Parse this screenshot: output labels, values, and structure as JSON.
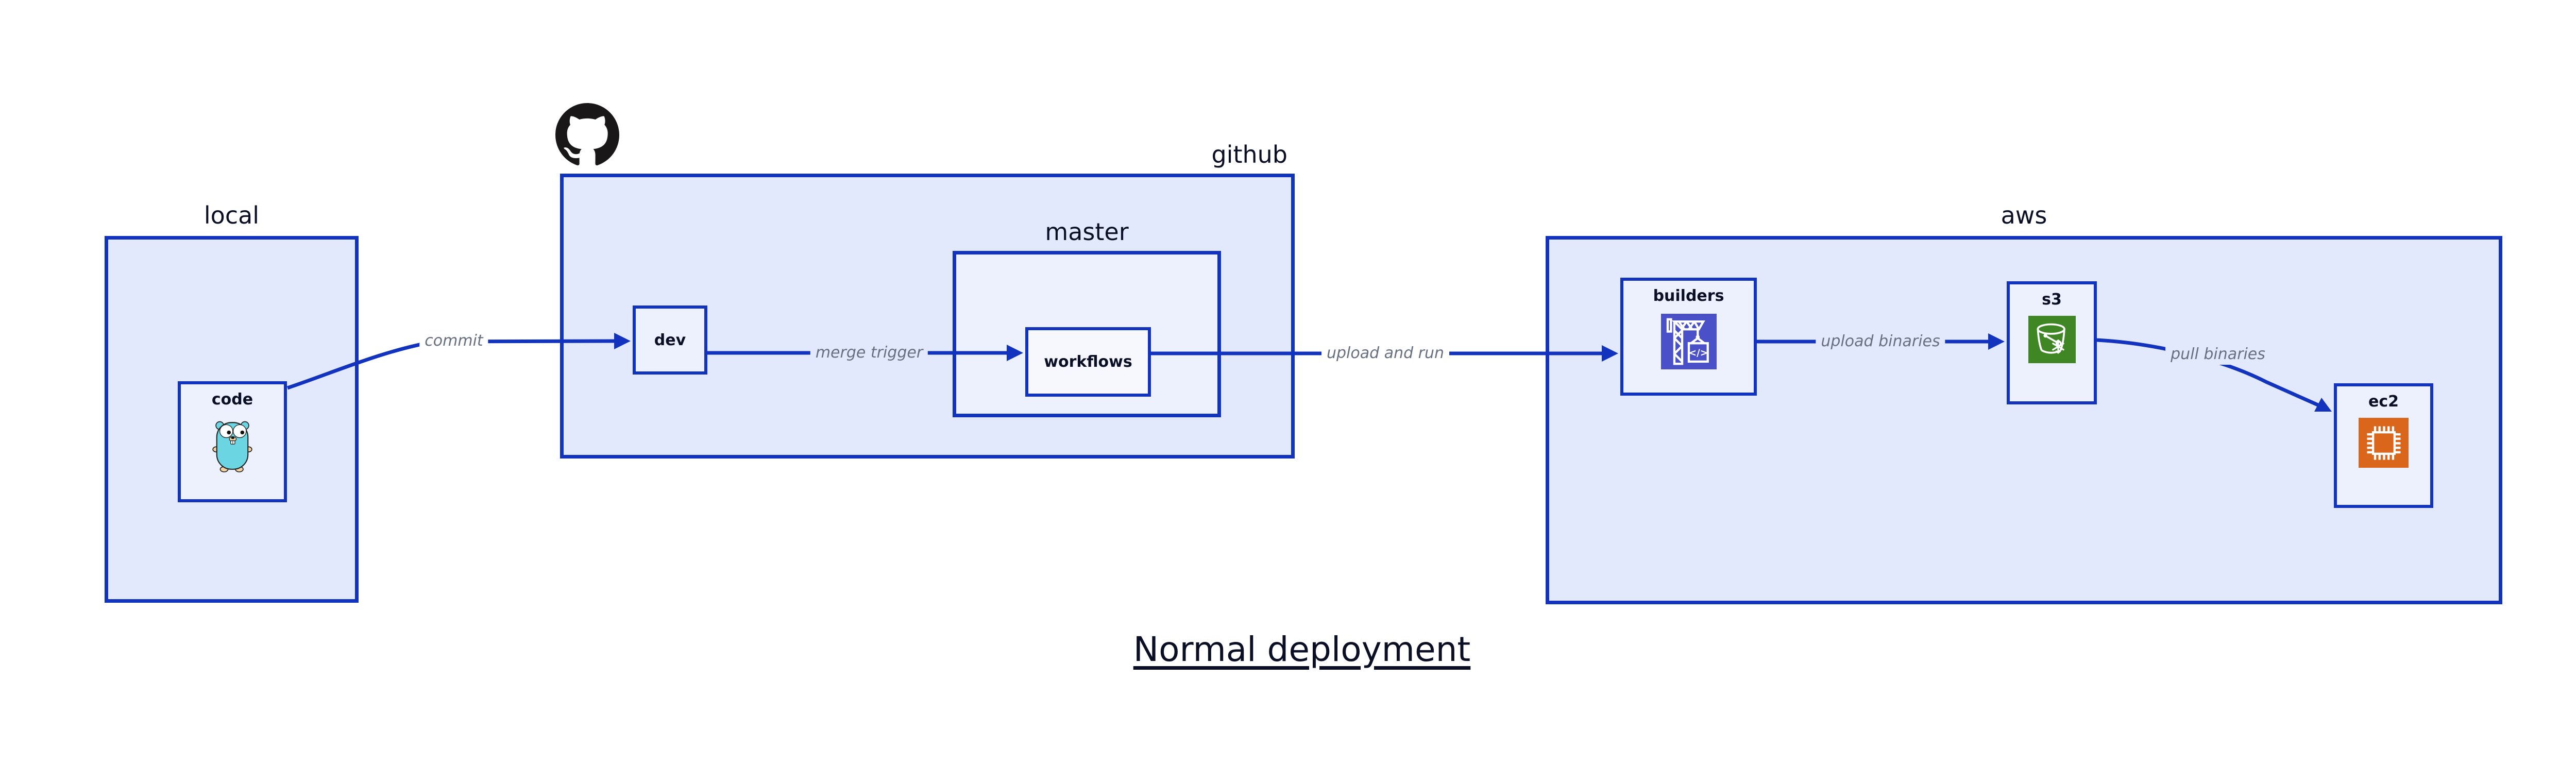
{
  "title": "Normal deployment",
  "diagram": {
    "containers": {
      "local": {
        "label": "local"
      },
      "github": {
        "label": "github"
      },
      "master": {
        "label": "master"
      },
      "aws": {
        "label": "aws"
      }
    },
    "nodes": {
      "code": {
        "label": "code",
        "icon": "go-gopher-icon"
      },
      "dev": {
        "label": "dev"
      },
      "workflows": {
        "label": "workflows"
      },
      "builders": {
        "label": "builders",
        "icon": "aws-codebuild-icon"
      },
      "s3": {
        "label": "s3",
        "icon": "aws-s3-bucket-icon"
      },
      "ec2": {
        "label": "ec2",
        "icon": "aws-ec2-chip-icon"
      }
    },
    "edges": [
      {
        "from": "code",
        "to": "dev",
        "label": "commit"
      },
      {
        "from": "dev",
        "to": "workflows",
        "label": "merge trigger"
      },
      {
        "from": "workflows",
        "to": "builders",
        "label": "upload and run"
      },
      {
        "from": "builders",
        "to": "s3",
        "label": "upload binaries"
      },
      {
        "from": "s3",
        "to": "ec2",
        "label": "pull binaries"
      }
    ],
    "icons": {
      "github_mark": "github-octocat-icon",
      "codebuild_glyph": "</>"
    },
    "colors": {
      "stroke_blue": "#1233BD",
      "container_fill": "#E3E9FD",
      "node_fill": "#EDF0FD",
      "inner_node_fill": "#F7F8FE",
      "label_text": "#0A0F25",
      "edge_label_text": "#68707F",
      "codebuild_bg": "#4A51C8",
      "s3_bg": "#3F8624",
      "ec2_bg": "#D9661A",
      "octocat": "#191717",
      "gopher_body": "#6BD5E1"
    }
  }
}
